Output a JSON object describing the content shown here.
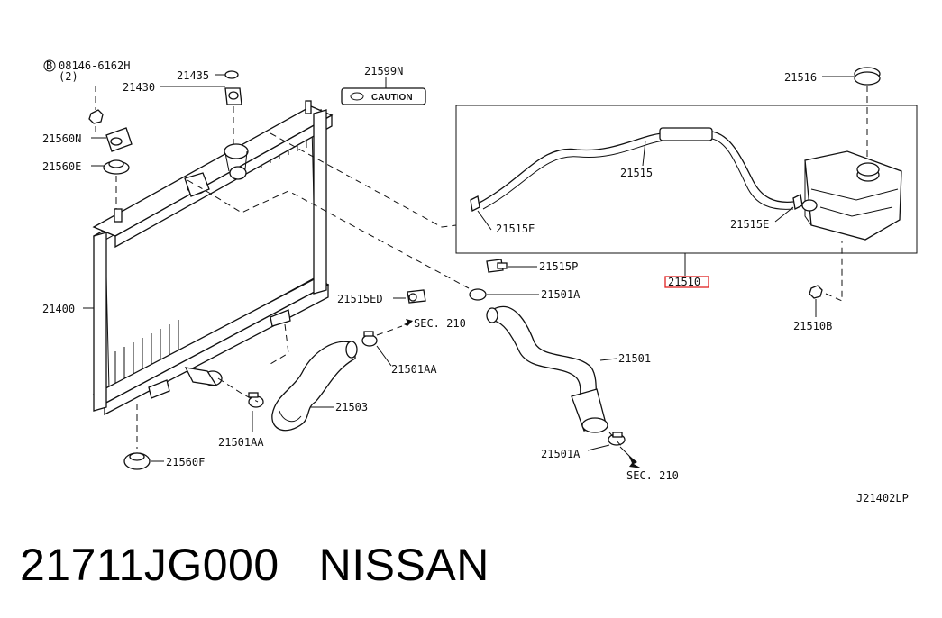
{
  "diagram": {
    "labels": {
      "p08146": "08146-6162H",
      "p08146_qty": "(2)",
      "p21435": "21435",
      "p21430": "21430",
      "p21560N": "21560N",
      "p21560E": "21560E",
      "p21400": "21400",
      "p21560F": "21560F",
      "p21599N": "21599N",
      "caution": "CAUTION",
      "p21516": "21516",
      "p21515": "21515",
      "p21515E_left": "21515E",
      "p21515E_right": "21515E",
      "p21515P": "21515P",
      "p21510": "21510",
      "p21510B": "21510B",
      "p21501A_top": "21501A",
      "p21515ED": "21515ED",
      "sec210_mid": "SEC. 210",
      "p21501AA_right": "21501AA",
      "p21501": "21501",
      "p21503": "21503",
      "p21501AA_left": "21501AA",
      "p21501A_bottom": "21501A",
      "sec210_bottom": "SEC. 210",
      "diagram_code": "J21402LP",
      "bolt_circle": "B"
    },
    "highlight_color": "#e02020"
  },
  "footer": {
    "part_number": "21711JG000",
    "brand": "NISSAN"
  }
}
